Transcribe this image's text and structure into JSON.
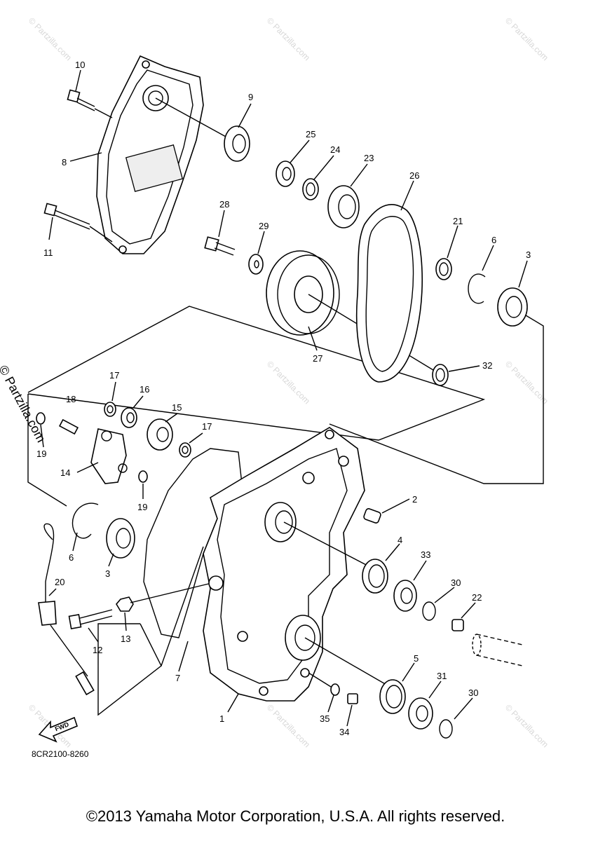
{
  "diagram": {
    "part_numbers": [
      "1",
      "2",
      "3",
      "3",
      "4",
      "5",
      "6",
      "6",
      "7",
      "8",
      "9",
      "10",
      "11",
      "12",
      "13",
      "14",
      "15",
      "16",
      "17",
      "17",
      "18",
      "19",
      "19",
      "20",
      "21",
      "22",
      "23",
      "24",
      "25",
      "26",
      "27",
      "28",
      "29",
      "30",
      "30",
      "31",
      "32",
      "33",
      "34",
      "35"
    ],
    "fwd_label": "FWD",
    "drawing_code": "8CR2100-8260",
    "watermark": "© Partzilla.com"
  },
  "footer": {
    "copyright": "©2013 Yamaha Motor Corporation, U.S.A. All rights reserved."
  }
}
